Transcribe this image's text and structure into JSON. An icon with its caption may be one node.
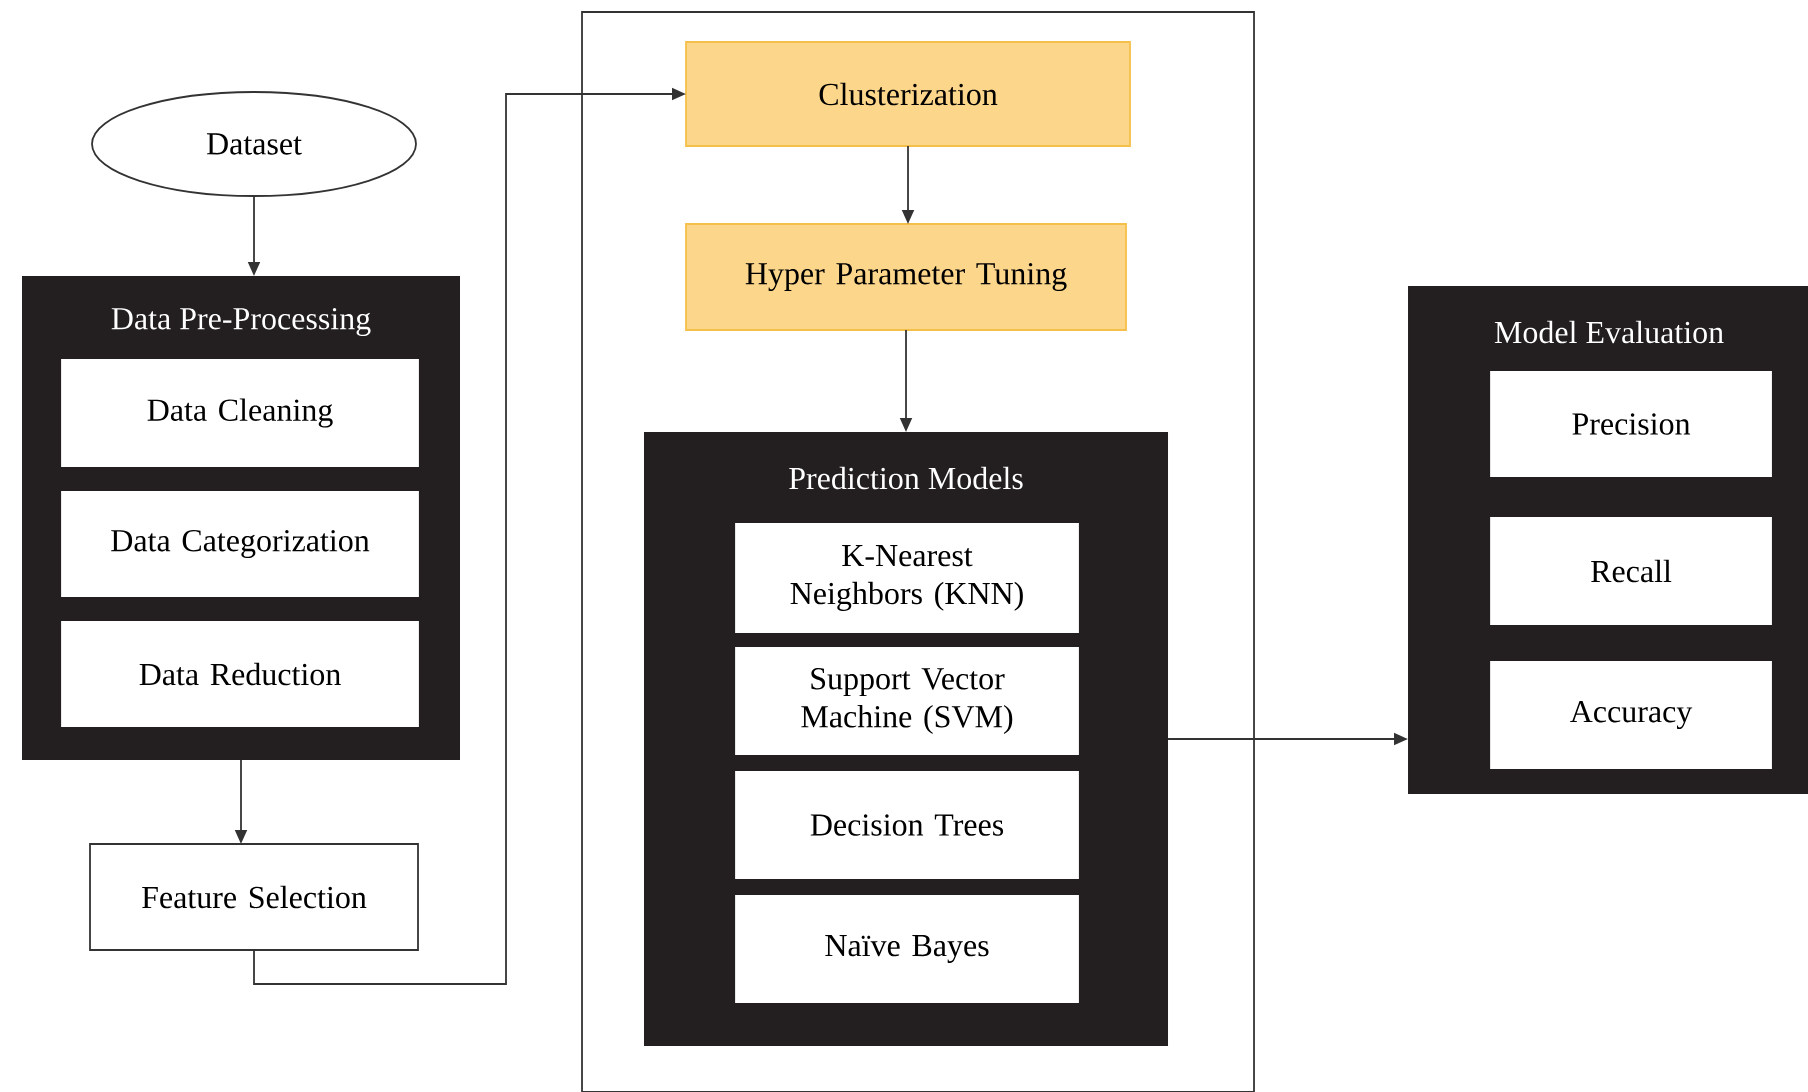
{
  "diagram": {
    "nodes": [
      {
        "text": [
          "Dataset"
        ]
      },
      {
        "text": [
          "Data Pre-Processing"
        ]
      },
      {
        "text": [
          "Data Cleaning"
        ],
        "in": 1
      },
      {
        "text": [
          "Data Categorization"
        ],
        "in": 1
      },
      {
        "text": [
          "Data Reduction"
        ],
        "in": 1
      },
      {
        "text": [
          "Feature Selection"
        ]
      },
      {
        "text": [],
        "shape": "box"
      },
      {
        "text": [
          "Clusterization"
        ],
        "in": 6
      },
      {
        "text": [
          "Hyper Parameter Tuning"
        ],
        "in": 6
      },
      {
        "text": [
          "Prediction Models"
        ],
        "in": 6
      },
      {
        "text": [
          "K-Nearest Neighbors (KNN)"
        ],
        "in": 9
      },
      {
        "text": [
          "Support Vector Machine (SVM)"
        ],
        "in": 9
      },
      {
        "text": [
          "Decision Trees"
        ],
        "in": 9
      },
      {
        "text": [
          "Naïve Bayes"
        ],
        "in": 9
      },
      {
        "text": [
          "Model Evaluation"
        ]
      },
      {
        "text": [
          "Precision"
        ],
        "in": 14
      },
      {
        "text": [
          "Recall"
        ],
        "in": 14
      },
      {
        "text": [
          "Accuracy"
        ],
        "in": 14
      }
    ],
    "edges": [
      {
        "from": 0,
        "to": 1,
        "arrow": "to"
      },
      {
        "from": 1,
        "to": 5,
        "arrow": "to"
      },
      {
        "from": 5,
        "to": 7,
        "arrow": "to"
      },
      {
        "from": 7,
        "to": 8,
        "arrow": "to"
      },
      {
        "from": 8,
        "to": 9,
        "arrow": "to"
      },
      {
        "from": 9,
        "to": 14,
        "arrow": "to"
      }
    ]
  }
}
